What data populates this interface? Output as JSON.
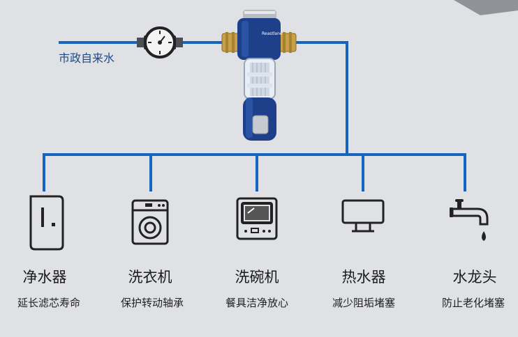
{
  "supply": {
    "label": "市政自来水"
  },
  "filter": {
    "brand": "Reastlane"
  },
  "devices": [
    {
      "name": "净水器",
      "desc": "延长滤芯寿命",
      "icon": "water-purifier-icon"
    },
    {
      "name": "洗衣机",
      "desc": "保护转动轴承",
      "icon": "washing-machine-icon"
    },
    {
      "name": "洗碗机",
      "desc": "餐具洁净放心",
      "icon": "dishwasher-icon"
    },
    {
      "name": "热水器",
      "desc": "减少阻垢堵塞",
      "icon": "water-heater-icon"
    },
    {
      "name": "水龙头",
      "desc": "防止老化堵塞",
      "icon": "faucet-icon"
    }
  ],
  "colors": {
    "pipe": "#1565c0",
    "filter_body": "#1e3f8a",
    "brass": "#c9a04a",
    "background": "#dfe1e4"
  }
}
